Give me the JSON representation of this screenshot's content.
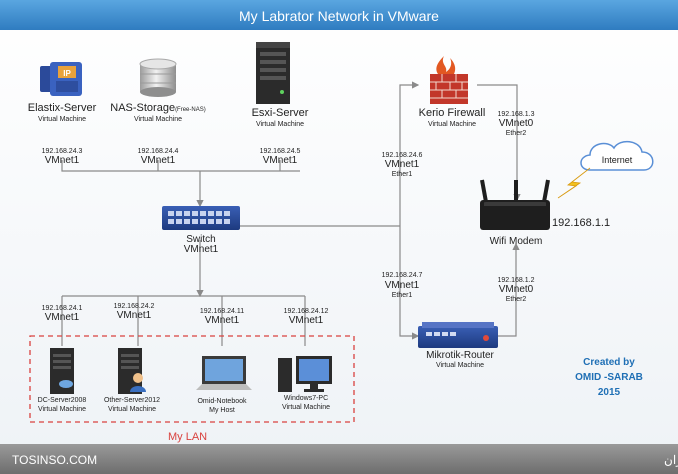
{
  "title": "My Labrator Network in VMware",
  "nodes": {
    "elastix": {
      "name": "Elastix-Server",
      "sub": "Virtual Machine",
      "ip": "192.168.24.3",
      "net": "VMnet1"
    },
    "nas": {
      "name": "NAS-Storage",
      "name_suffix": "(Free-NAS)",
      "sub": "Virtual Machine",
      "ip": "192.168.24.4",
      "net": "VMnet1"
    },
    "esxi": {
      "name": "Esxi-Server",
      "sub": "Virtual Machine",
      "ip": "192.168.24.5",
      "net": "VMnet1"
    },
    "kerio": {
      "name": "Kerio Firewall",
      "sub": "Virtual Machine"
    },
    "kerio_ether1": {
      "ip": "192.168.24.6",
      "net": "VMnet1",
      "iface": "Ether1"
    },
    "kerio_ether2": {
      "ip": "192.168.1.3",
      "net": "VMnet0",
      "iface": "Ether2"
    },
    "internet": {
      "name": "Internet"
    },
    "modem": {
      "name": "Wifi Modem",
      "ip": "192.168.1.1"
    },
    "switch": {
      "name": "Switch",
      "net": "VMnet1"
    },
    "mikrotik": {
      "name": "Mikrotik-Router",
      "sub": "Virtual Machine"
    },
    "mikrotik_ether1": {
      "ip": "192.168.24.7",
      "net": "VMnet1",
      "iface": "Ether1"
    },
    "mikrotik_ether2": {
      "ip": "192.168.1.2",
      "net": "VMnet0",
      "iface": "Ether2"
    },
    "dc": {
      "name": "DC-Server2008",
      "sub": "Virtual Machine",
      "ip": "192.168.24.1",
      "net": "VMnet1"
    },
    "other": {
      "name": "Other-Server2012",
      "sub": "Virtual Machine",
      "ip": "192.168.24.2",
      "net": "VMnet1"
    },
    "notebook": {
      "name": "Omid-Notebook",
      "sub": "My Host",
      "ip": "192.168.24.11",
      "net": "VMnet1"
    },
    "win7": {
      "name": "Windows7-PC",
      "sub": "Virtual Machine",
      "ip": "192.168.24.12",
      "net": "VMnet1"
    }
  },
  "lan_label": "My LAN",
  "credit": {
    "line1": "Created by",
    "line2": "OMID -SARAB",
    "line3": "2015"
  },
  "footer": {
    "left": "TOSINSO.COM",
    "right": "ITPro.ir - انجمن تخصصی فناوری اطلاعات ایران"
  },
  "colors": {
    "title_bar": "#3f8fcf",
    "lan_border": "#d9423f",
    "lan_label": "#d9423f",
    "credit": "#1f6fb5",
    "link": "#8a8a8a",
    "footer_bar": "#7f7f7f"
  },
  "icons": [
    "ip-phone-icon",
    "storage-icon",
    "server-tower-icon",
    "firewall-icon",
    "cloud-icon",
    "lightning-icon",
    "wifi-router-icon",
    "switch-icon",
    "router-icon",
    "server-icon",
    "user-server-icon",
    "laptop-icon",
    "desktop-pc-icon"
  ]
}
